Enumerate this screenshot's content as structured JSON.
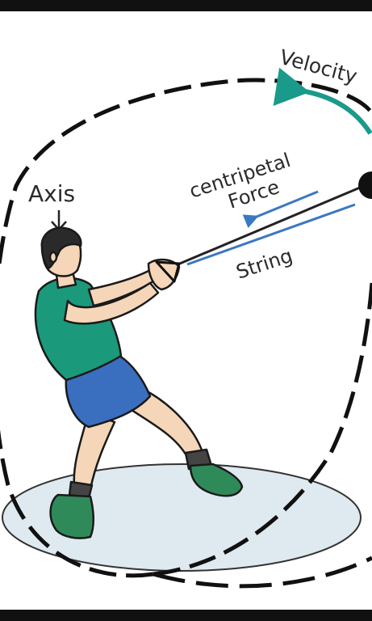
{
  "labels": {
    "velocity": "Velocity",
    "centripetal": "centripetal",
    "force": "Force",
    "string": "String",
    "axis": "Axis"
  },
  "colors": {
    "velocity_arrow": "#1a9a8a",
    "force_arrow": "#3a78c2",
    "string_marker": "#3a78c2",
    "orbit": "#111111",
    "ground_circle_fill": "#dfeaf0",
    "shirt": "#1a9a7a",
    "shorts": "#3a6fc0",
    "skin": "#f6d6b8",
    "shoes": "#2f8a5a",
    "hair": "#2a2a2a"
  },
  "icons": {
    "hammer_ball": "ball",
    "axis_arrow": "arrow-down"
  }
}
